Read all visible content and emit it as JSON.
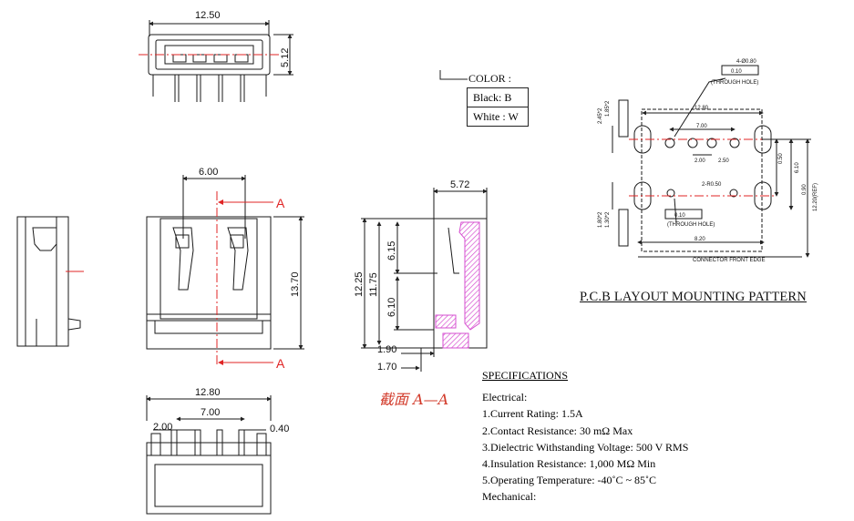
{
  "dimensions": {
    "top_width": "12.50",
    "top_height": "5.12",
    "front_pin_span": "6.00",
    "section_marker": "A",
    "front_height": "13.70",
    "side_width": "5.72",
    "side_total": "12.25",
    "side_body": "11.75",
    "side_upper": "6.15",
    "side_lower": "6.10",
    "side_offset_1": "1.90",
    "side_offset_2": "1.70",
    "bottom_width": "12.80",
    "bottom_pitch_outer": "7.00",
    "bottom_pitch_inner": "2.00",
    "bottom_pin": "0.40"
  },
  "color_table": {
    "label": "COLOR :",
    "rows": [
      "Black: B",
      "White : W"
    ]
  },
  "pcb": {
    "title": "P.C.B LAYOUT MOUNTING PATTERN",
    "hole_spec": "4-Ø0.80",
    "through_hole": "(THROUGH HOLE)",
    "tol_a": "0.10",
    "tol_b": "0.10",
    "dim_12_80": "12.80",
    "dim_7_00": "7.00",
    "dim_2_00": "2.00",
    "dim_2_50": "2.50",
    "dim_r": "2-R0.50",
    "dim_8_20": "8.20",
    "dim_0_50": "0.50",
    "dim_6_10": "6.10",
    "dim_0_90": "0.90",
    "dim_12_20_ref": "12.20(REF)",
    "dim_2_45": "2.45*2",
    "dim_1_80": "1.80*2",
    "dim_1_85": "1.85*2",
    "dim_1_30": "1.30*2",
    "front_edge": "CONNECTOR FRONT EDGE"
  },
  "section_title": "截面 A—A",
  "specifications": {
    "heading": "SPECIFICATIONS",
    "electrical_label": "Electrical:",
    "items": [
      "1.Current Rating: 1.5A",
      "2.Contact Resistance: 30 mΩ Max",
      "3.Dielectric Withstanding Voltage: 500 V RMS",
      "4.Insulation Resistance: 1,000 MΩ Min",
      "5.Operating Temperature: -40˚C ~ 85˚C"
    ],
    "mechanical_label": "Mechanical:"
  },
  "colors": {
    "line": "#1a1a1a",
    "centerline": "#e02424",
    "hatch": "#d64fd0"
  }
}
